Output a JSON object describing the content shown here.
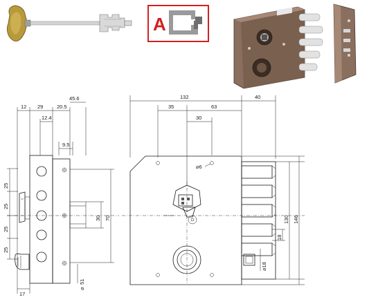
{
  "badge": {
    "letter": "A",
    "color": "#d22020",
    "border_color": "#d22020"
  },
  "side_view_dims": {
    "top": [
      "12",
      "29",
      "20.5",
      "45.6"
    ],
    "sub": [
      "12.4"
    ],
    "inner": "9.5",
    "left": [
      "25",
      "25",
      "25",
      "25"
    ],
    "right": [
      "30",
      "70"
    ],
    "bottom_dia": "51",
    "bottom": "17"
  },
  "front_view_dims": {
    "top": [
      "132",
      "40"
    ],
    "mid": [
      "35",
      "63"
    ],
    "sub": "30",
    "hole": "6",
    "right": [
      "130",
      "146"
    ],
    "bolt": "18",
    "cyl": "18"
  },
  "colors": {
    "lock_body": "#8a6f5e",
    "lock_body_dark": "#5e4739",
    "key_bow": "#b89a3c",
    "steel": "#c9c9c9"
  },
  "icons": {
    "key_photo": "key-icon",
    "lock_photo": "lock-icon",
    "profile": "door-profile-icon"
  }
}
